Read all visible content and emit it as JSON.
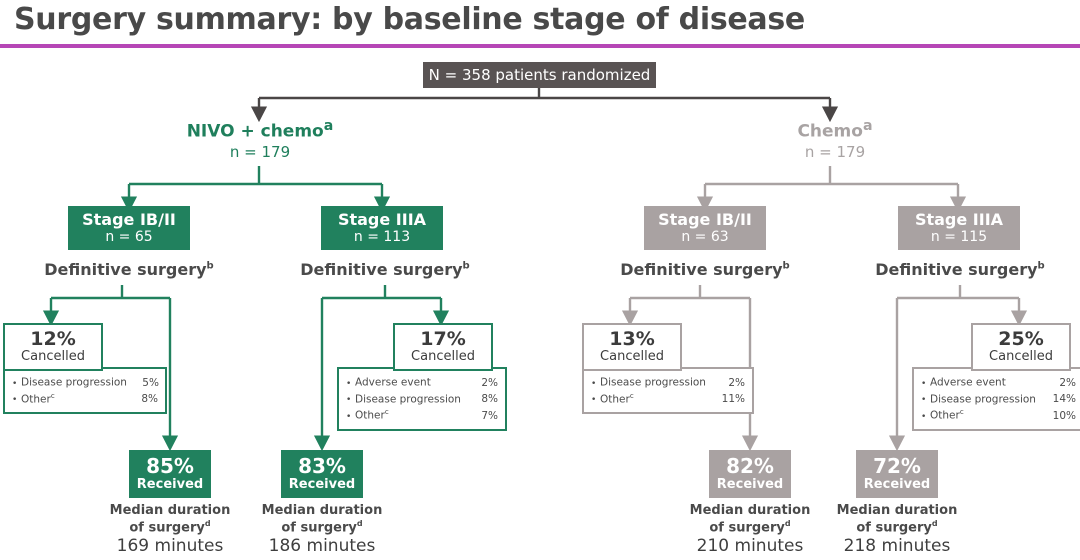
{
  "slide": {
    "title": "Surgery summary: by baseline stage of disease",
    "rule_color": "#b646b6"
  },
  "colors": {
    "green": "#21815e",
    "gray": "#a9a2a2",
    "dark_box": "#595353",
    "text": "#3f3f3f"
  },
  "top": {
    "label": "N = 358 patients randomized"
  },
  "arms": [
    {
      "name": "NIVO + chemo",
      "sup": "a",
      "n": "n = 179",
      "color": "#1f7f5c"
    },
    {
      "name": "Chemo",
      "sup": "a",
      "n": "n = 179",
      "color": "#a8a3a3"
    }
  ],
  "groups": [
    {
      "stage": "Stage IB/II",
      "stage_n": "n = 65",
      "arm": "nivo",
      "surgery_label": "Definitive surgery",
      "surgery_sup": "b",
      "cancelled": {
        "percent": "12%",
        "label": "Cancelled",
        "reasons": [
          {
            "label": "Disease progression",
            "sup": "",
            "value": "5%"
          },
          {
            "label": "Other",
            "sup": "c",
            "value": "8%"
          }
        ]
      },
      "received": {
        "percent": "85%",
        "label": "Received",
        "caption_line1": "Median duration",
        "caption_line2": "of surgery",
        "caption_sup": "d",
        "minutes": "169 minutes"
      }
    },
    {
      "stage": "Stage IIIA",
      "stage_n": "n = 113",
      "arm": "nivo",
      "surgery_label": "Definitive surgery",
      "surgery_sup": "b",
      "cancelled": {
        "percent": "17%",
        "label": "Cancelled",
        "reasons": [
          {
            "label": "Adverse event",
            "sup": "",
            "value": "2%"
          },
          {
            "label": "Disease progression",
            "sup": "",
            "value": "8%"
          },
          {
            "label": "Other",
            "sup": "c",
            "value": "7%"
          }
        ]
      },
      "received": {
        "percent": "83%",
        "label": "Received",
        "caption_line1": "Median duration",
        "caption_line2": "of surgery",
        "caption_sup": "d",
        "minutes": "186 minutes"
      }
    },
    {
      "stage": "Stage IB/II",
      "stage_n": "n = 63",
      "arm": "chemo",
      "surgery_label": "Definitive surgery",
      "surgery_sup": "b",
      "cancelled": {
        "percent": "13%",
        "label": "Cancelled",
        "reasons": [
          {
            "label": "Disease progression",
            "sup": "",
            "value": "2%"
          },
          {
            "label": "Other",
            "sup": "c",
            "value": "11%"
          }
        ]
      },
      "received": {
        "percent": "82%",
        "label": "Received",
        "caption_line1": "Median duration",
        "caption_line2": "of surgery",
        "caption_sup": "d",
        "minutes": "210 minutes"
      }
    },
    {
      "stage": "Stage IIIA",
      "stage_n": "n = 115",
      "arm": "chemo",
      "surgery_label": "Definitive surgery",
      "surgery_sup": "b",
      "cancelled": {
        "percent": "25%",
        "label": "Cancelled",
        "reasons": [
          {
            "label": "Adverse event",
            "sup": "",
            "value": "2%"
          },
          {
            "label": "Disease progression",
            "sup": "",
            "value": "14%"
          },
          {
            "label": "Other",
            "sup": "c",
            "value": "10%"
          }
        ]
      },
      "received": {
        "percent": "72%",
        "label": "Received",
        "caption_line1": "Median duration",
        "caption_line2": "of surgery",
        "caption_sup": "d",
        "minutes": "218 minutes"
      }
    }
  ]
}
